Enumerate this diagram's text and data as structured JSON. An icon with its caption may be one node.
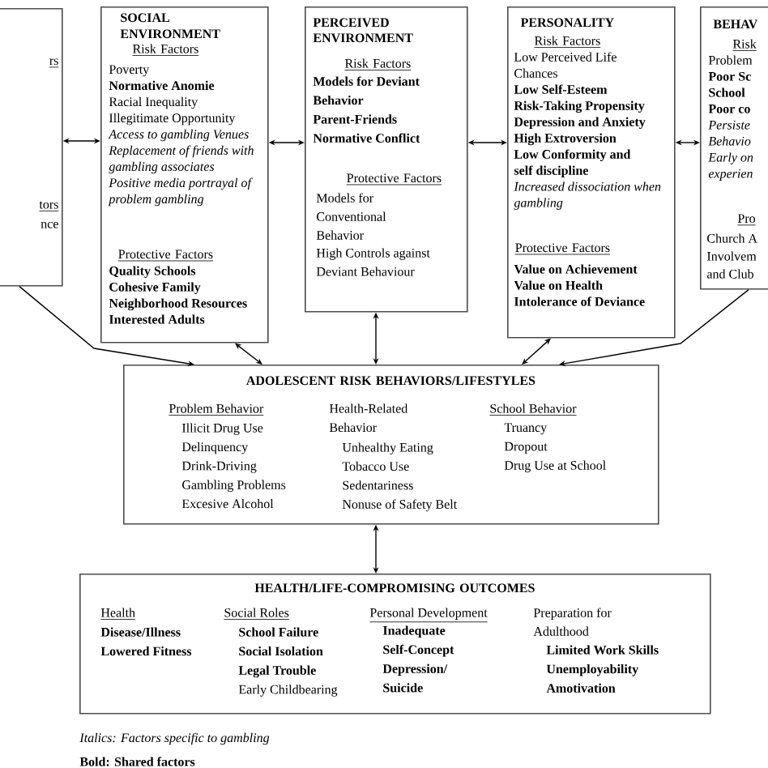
{
  "diagram": {
    "nodes": [
      {
        "text": [
          "rs",
          "tors",
          "nce"
        ]
      },
      {
        "text": [
          "SOCIAL ENVIRONMENT",
          "Risk Factors",
          "Poverty",
          "Normative Anomie",
          "Racial Inequality",
          "Illegitimate Opportunity",
          "Access to gambling Venues",
          "Replacement of friends with gambling associates",
          "Positive media portrayal of problem gambling",
          "Protective Factors",
          "Quality Schools",
          "Cohesive Family",
          "Neighborhood Resources",
          "Interested Adults"
        ]
      },
      {
        "text": [
          "PERCEIVED ENVIRONMENT",
          "Risk Factors",
          "Models for Deviant Behavior",
          "Parent-Friends Normative Conflict",
          "Protective Factors",
          "Models for Conventional Behavior",
          "High Controls against Deviant Behaviour"
        ]
      },
      {
        "text": [
          "PERSONALITY",
          "Risk Factors",
          "Low Perceived Life Chances",
          "Low Self-Esteem",
          "Risk-Taking Propensity",
          "Depression and Anxiety",
          "High Extroversion",
          "Low Conformity and self discipline",
          "Increased dissociation when gambling",
          "Protective Factors",
          "Value on Achievement",
          "Value on Health",
          "Intolerance of Deviance"
        ]
      },
      {
        "text": [
          "BEHAV",
          "Risk",
          "Problem",
          "Poor Sc",
          "School",
          "Poor co",
          "Persiste",
          "Behavio",
          "Early on",
          "experien",
          "Pro",
          "Church A",
          "Involvem",
          "and Club"
        ]
      },
      {
        "text": [
          "ADOLESCENT RISK BEHAVIORS/LIFESTYLES",
          "Problem Behavior",
          "Illicit Drug Use",
          "Delinquency",
          "Drink-Driving",
          "Gambling Problems",
          "Excesive Alcohol",
          "Health-Related Behavior",
          "Unhealthy Eating",
          "Tobacco Use",
          "Sedentariness",
          "Nonuse of Safety Belt",
          "School Behavior",
          "Truancy",
          "Dropout",
          "Drug Use at School"
        ]
      },
      {
        "text": [
          "HEALTH/LIFE-COMPROMISING OUTCOMES",
          "Health",
          "Disease/Illness",
          "Lowered Fitness",
          "Social Roles",
          "School Failure",
          "Social Isolation",
          "Legal Trouble",
          "Early Childbearing",
          "Personal Development",
          "Inadequate Self-Concept",
          "Depression/ Suicide",
          "Preparation for Adulthood",
          "Limited Work Skills",
          "Unemployability",
          "Amotivation"
        ]
      }
    ],
    "edges": [
      {
        "from": 0,
        "to": 1,
        "arrow": "both"
      },
      {
        "from": 1,
        "to": 2,
        "arrow": "both"
      },
      {
        "from": 2,
        "to": 3,
        "arrow": "both"
      },
      {
        "from": 3,
        "to": 4,
        "arrow": "both"
      },
      {
        "from": 0,
        "to": 5,
        "arrow": "to"
      },
      {
        "from": 1,
        "to": 5,
        "arrow": "both"
      },
      {
        "from": 2,
        "to": 5,
        "arrow": "both"
      },
      {
        "from": 3,
        "to": 5,
        "arrow": "both"
      },
      {
        "from": 4,
        "to": 5,
        "arrow": "to"
      },
      {
        "from": 5,
        "to": 6,
        "arrow": "both"
      }
    ],
    "labels": [
      "Italics: Factors specific to gambling",
      "Bold: Shared factors"
    ]
  }
}
